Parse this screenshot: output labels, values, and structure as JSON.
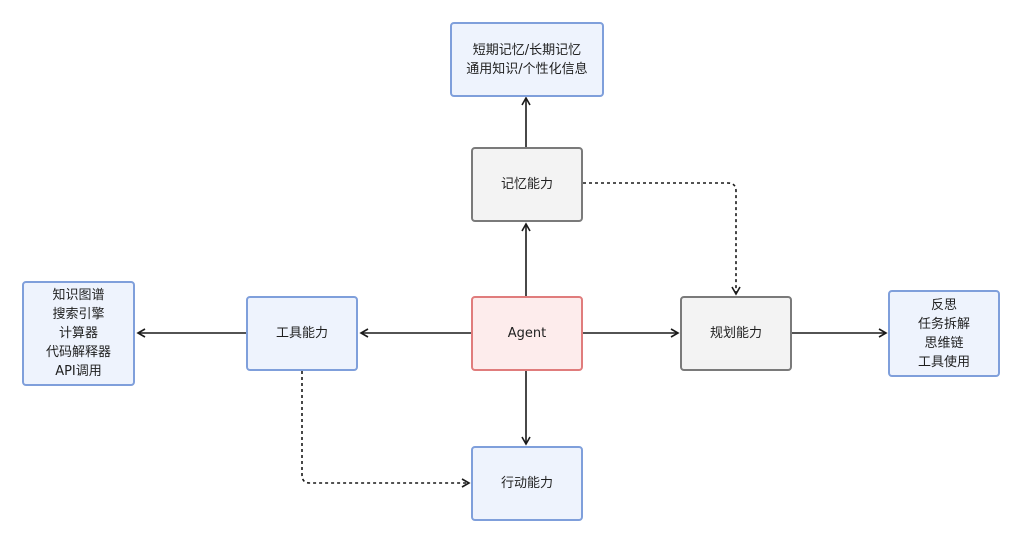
{
  "nodes": {
    "agent": {
      "lines": [
        "Agent"
      ]
    },
    "memory": {
      "lines": [
        "记忆能力"
      ]
    },
    "memory_info": {
      "lines": [
        "短期记忆/长期记忆",
        "通用知识/个性化信息"
      ]
    },
    "planning": {
      "lines": [
        "规划能力"
      ]
    },
    "planning_info": {
      "lines": [
        "反思",
        "任务拆解",
        "思维链",
        "工具使用"
      ]
    },
    "tools": {
      "lines": [
        "工具能力"
      ]
    },
    "tools_info": {
      "lines": [
        "知识图谱",
        "搜索引擎",
        "计算器",
        "代码解释器",
        "API调用"
      ]
    },
    "action": {
      "lines": [
        "行动能力"
      ]
    }
  },
  "colors": {
    "blue_fill": "#eef3fd",
    "blue_border": "#7f9fdb",
    "gray_fill": "#f3f3f3",
    "gray_border": "#7a7a7a",
    "red_fill": "#fdecec",
    "red_border": "#e07c7c",
    "arrow": "#1a1a1a"
  }
}
